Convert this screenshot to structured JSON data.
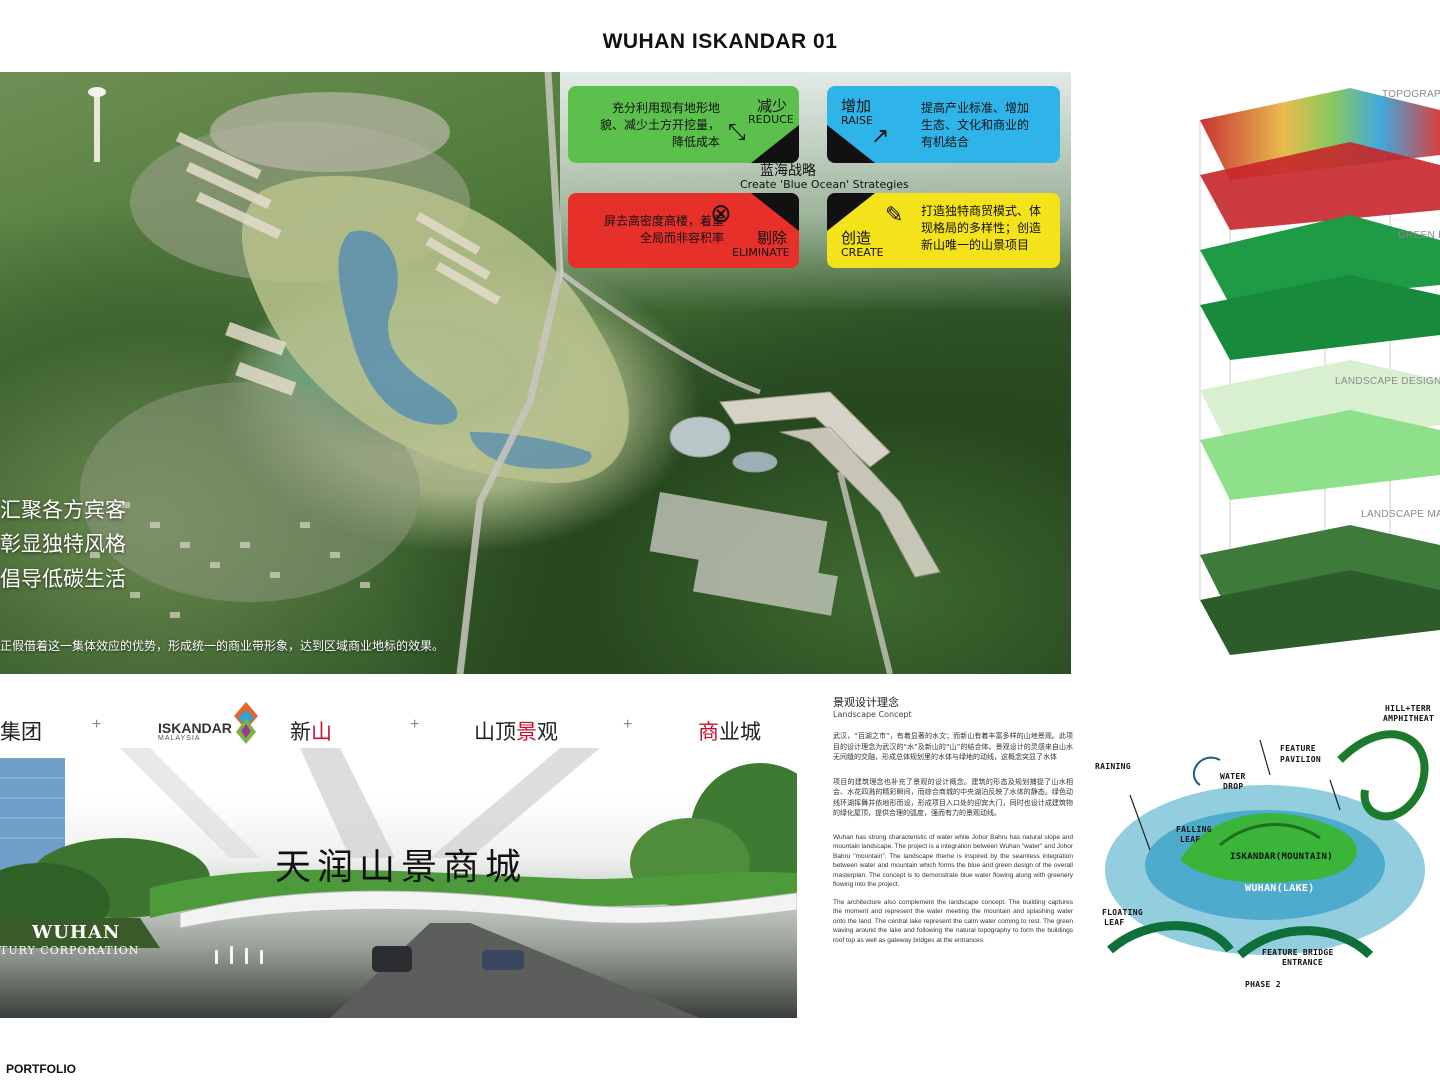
{
  "page": {
    "title": "WUHAN ISKANDAR 01",
    "footer": "PORTFOLIO"
  },
  "aerial": {
    "slogans": [
      "汇聚各方宾客",
      "彰显独特风格",
      "倡导低碳生活"
    ],
    "caption": "正假借着这一集体效应的优势，形成统一的商业带形象，达到区域商业地标的效果。"
  },
  "strategy": {
    "center_cn": "蓝海战略",
    "center_en": "Create 'Blue Ocean' Strategies",
    "reduce": {
      "cn": "减少",
      "en": "REDUCE",
      "desc": [
        "充分利用现有地形地",
        "貌、减少土方开挖量，",
        "降低成本"
      ],
      "color": "#5cc04c"
    },
    "raise": {
      "cn": "增加",
      "en": "RAISE",
      "desc": [
        "提高产业标准、增加",
        "生态、文化和商业的",
        "有机结合"
      ],
      "color": "#2fb4ea"
    },
    "eliminate": {
      "cn": "剔除",
      "en": "ELIMINATE",
      "desc": [
        "屏去高密度高楼，着重",
        "全局而非容积率"
      ],
      "color": "#e8302a"
    },
    "create": {
      "cn": "创造",
      "en": "CREATE",
      "desc": [
        "打造独特商贸模式、体",
        "现格局的多样性；创造",
        "新山唯一的山景项目"
      ],
      "color": "#f4e21a"
    }
  },
  "layers": {
    "labels": [
      "TOPOGRAP",
      "GREEN F",
      "LANDSCAPE DESIGN",
      "LANDSCAPE MA"
    ]
  },
  "banner": {
    "brand1": "集团",
    "iskandar_name": "ISKANDAR",
    "iskandar_sub": "MALAYSIA",
    "brand2_a": "新",
    "brand2_b": "山",
    "brand3_a": "山顶",
    "brand3_b": "景",
    "brand3_c": "观",
    "brand4_a": "商",
    "brand4_b": "业城",
    "plus": "+",
    "mall_name": "天润山景商城",
    "wuhan": "WUHAN",
    "corporation": "TURY CORPORATION"
  },
  "concept": {
    "title": "景观设计理念",
    "subtitle": "Landscape Concept",
    "cn_p1": "武汉，“百湖之市”，有着显著的水文；而新山有着丰富多样的山地景观。此项目的设计理念为武汉的“水”及新山的“山”的结合体。景观设计的灵感来自山水无间缝的交融，形成总体规划里的水体与绿地的动线，这概念突显了水体",
    "cn_p2": "项目的建筑理念也补充了景观的设计概念。建筑的形态及规划捕捉了山水相会、水花四溅的精彩瞬间，而综合商城的中央湖泊反映了水体的静态。绿色动线环湖挥舞并依地形而设，形成项目入口处的迎宾大门，同时也设计成建筑物的绿化屋顶，提供合理的弧度，强而有力的景观动线。",
    "en_p1": "Wuhan has strong characteristic of water while Johor Bahru has natural slope and mountain landscape. The project is a integration between Wuhan \"water\" and Johor Bahru \"mountain\". The landscape theme is inspired by the seamless integration between water and mountain which forms the blue and green design of the overall masterplan. The concept is to demonstrate blue water flowing along with greenery flowing into the project.",
    "en_p2": "The architecture also complement the landscape concept. The building captures the moment and represent the water meeting the mountain and splashing water onto the land. The central lake represent the calm water coming to rest. The green waving around the lake and following the natural topography to form the buildings roof top as well as gateway bridges at the entrances."
  },
  "sketch": {
    "labels": [
      "HILL+TERR",
      "AMPHITHEAT",
      "FEATURE",
      "PAVILION",
      "RAINING",
      "WATER",
      "DROP",
      "FALLING",
      "LEAF",
      "ISKANDAR(MOUNTAIN)",
      "WUHAN(LAKE)",
      "FLOATING",
      "LEAF",
      "FEATURE BRIDGE",
      "ENTRANCE",
      "PHASE 2"
    ]
  }
}
